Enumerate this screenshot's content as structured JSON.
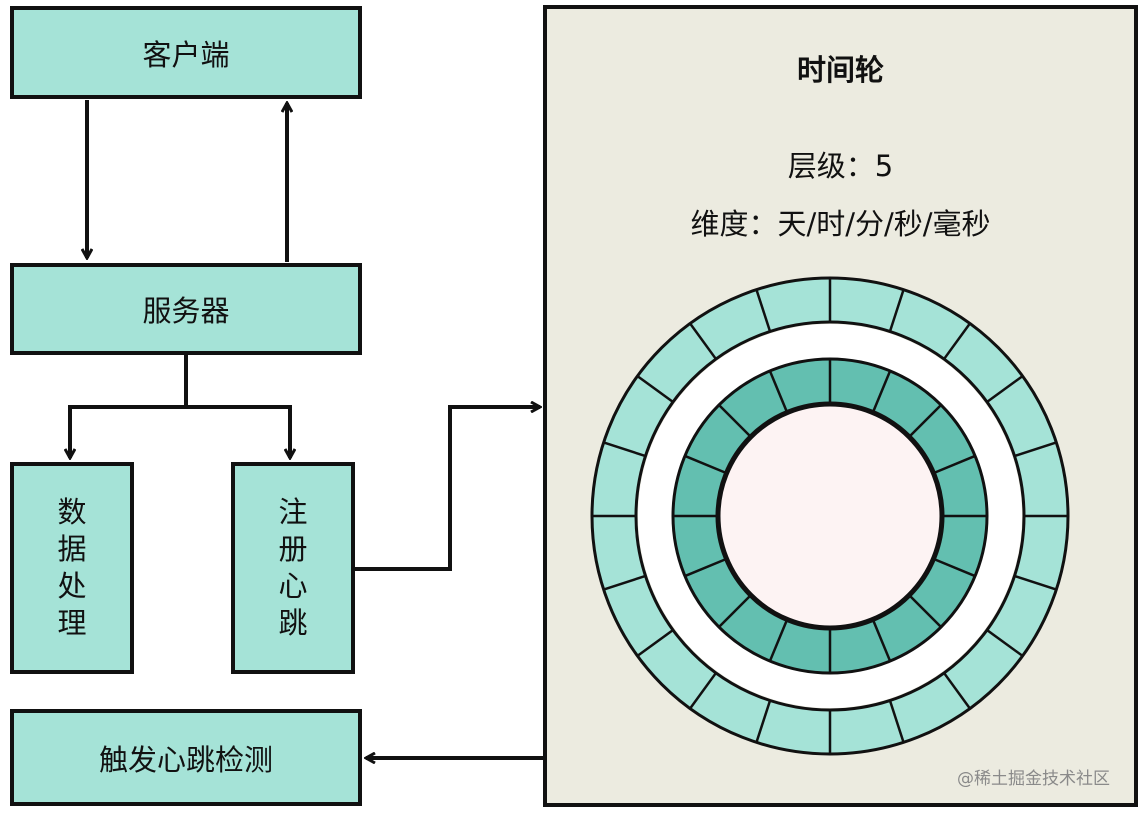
{
  "nodes": {
    "client": "客户端",
    "server": "服务器",
    "data_processing": [
      "数",
      "据",
      "处",
      "理"
    ],
    "register_heartbeat": [
      "注",
      "册",
      "心",
      "跳"
    ],
    "trigger_heartbeat_check": "触发心跳检测"
  },
  "time_wheel": {
    "title": "时间轮",
    "level_text": "层级：5",
    "dimension_text": "维度：天/时/分/秒/毫秒",
    "outer_ring_segments": 20,
    "inner_ring_segments": 16
  },
  "colors": {
    "box_fill": "#a5e3d7",
    "panel_fill": "#ecebe0",
    "outer_ring": "#a5e3d7",
    "inner_ring": "#63bfb0",
    "center": "#fdf3f3"
  },
  "watermark": "@稀土掘金技术社区"
}
